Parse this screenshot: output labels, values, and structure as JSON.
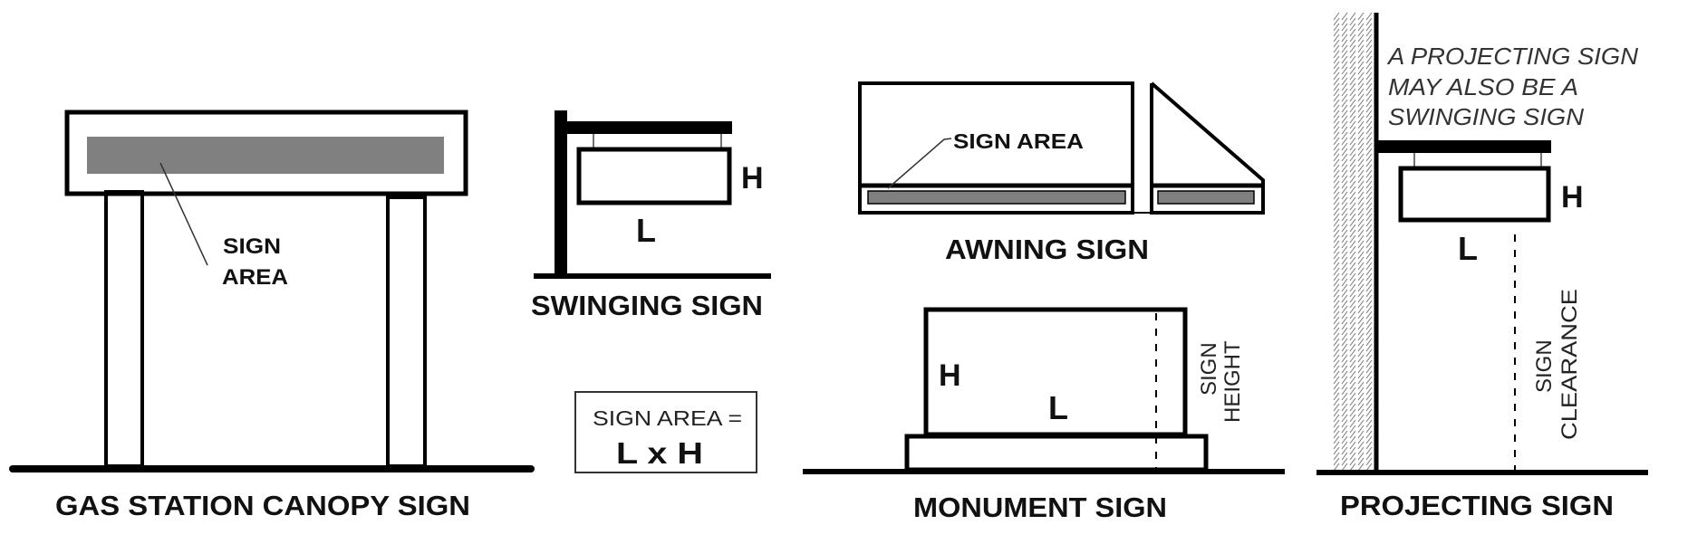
{
  "canopy": {
    "title": "GAS STATION CANOPY SIGN",
    "area_line1": "SIGN",
    "area_line2": "AREA"
  },
  "swinging": {
    "title": "SWINGING SIGN",
    "h": "H",
    "l": "L"
  },
  "formula": {
    "line1": "SIGN AREA =",
    "line2": "L x H"
  },
  "awning": {
    "title": "AWNING SIGN",
    "area_label": "SIGN AREA"
  },
  "monument": {
    "title": "MONUMENT SIGN",
    "h": "H",
    "l": "L",
    "height_line1": "SIGN",
    "height_line2": "HEIGHT"
  },
  "projecting": {
    "title": "PROJECTING SIGN",
    "note": [
      "A PROJECTING SIGN",
      "MAY ALSO BE A",
      "SWINGING SIGN"
    ],
    "h": "H",
    "l": "L",
    "clearance_line1": "SIGN",
    "clearance_line2": "CLEARANCE"
  },
  "colors": {
    "sign_fill": "#808080",
    "line": "#000000"
  }
}
